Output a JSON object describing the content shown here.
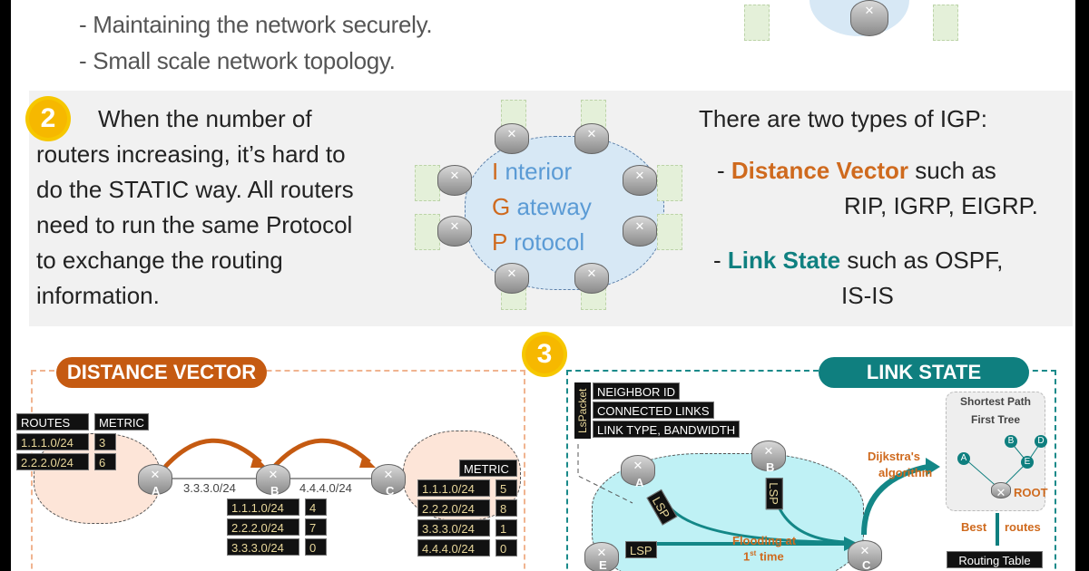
{
  "section1": {
    "bullets": [
      "- Maintaining the network securely.",
      "- Small scale network topology."
    ]
  },
  "section2": {
    "number": "2",
    "text_lines": [
      "When the number of",
      "routers increasing, it’s hard to",
      "do the STATIC way. All routers",
      "need to run the same Protocol",
      "to exchange the routing",
      "information."
    ],
    "igp": {
      "i": "I",
      "i_rest": "nterior",
      "g": "G",
      "g_rest": "ateway",
      "p": "P",
      "p_rest": "rotocol"
    },
    "types_title": "There are two types of IGP:",
    "dv": {
      "prefix": "- ",
      "name": "Distance Vector",
      "rest": " such as",
      "examples": "RIP, IGRP, EIGRP."
    },
    "ls": {
      "prefix": "- ",
      "name": "Link State",
      "rest": " such as OSPF,",
      "examples": "IS-IS"
    }
  },
  "section3": {
    "number": "3",
    "distance_vector": {
      "title": "DISTANCE VECTOR",
      "routes_header": "ROUTES",
      "metric_header": "METRIC",
      "router_labels": [
        "A",
        "B",
        "C"
      ],
      "links": [
        "3.3.3.0/24",
        "4.4.4.0/24"
      ],
      "table_a": [
        [
          "1.1.1.0/24",
          "3"
        ],
        [
          "2.2.2.0/24",
          "6"
        ]
      ],
      "table_b": [
        [
          "1.1.1.0/24",
          "4"
        ],
        [
          "2.2.2.0/24",
          "7"
        ],
        [
          "3.3.3.0/24",
          "0"
        ]
      ],
      "table_c": [
        [
          "1.1.1.0/24",
          "5"
        ],
        [
          "2.2.2.0/24",
          "8"
        ],
        [
          "3.3.3.0/24",
          "1"
        ],
        [
          "4.4.4.0/24",
          "0"
        ]
      ]
    },
    "link_state": {
      "title": "LINK STATE",
      "packet_label": "LsPacket",
      "packet_fields": [
        "NEIGHBOR ID",
        "CONNECTED LINKS",
        "LINK TYPE, BANDWIDTH"
      ],
      "router_labels": [
        "A",
        "B",
        "C",
        "E"
      ],
      "lsp": "LSP",
      "flooding": "Flooding at",
      "flooding2_num": "1",
      "flooding2_sup": "st",
      "flooding2_rest": " time",
      "dijkstra": "Dijkstra's",
      "algorithm": "algorithm",
      "spf_title": "Shortest Path",
      "spf_title2": "First Tree",
      "tree_nodes": [
        "A",
        "B",
        "D",
        "E"
      ],
      "root": "ROOT",
      "best": "Best",
      "routes": "routes",
      "routing_table": "Routing Table"
    }
  },
  "colors": {
    "orange": "#cf6a1e",
    "teal": "#0f8080",
    "star": "#f6b800"
  }
}
